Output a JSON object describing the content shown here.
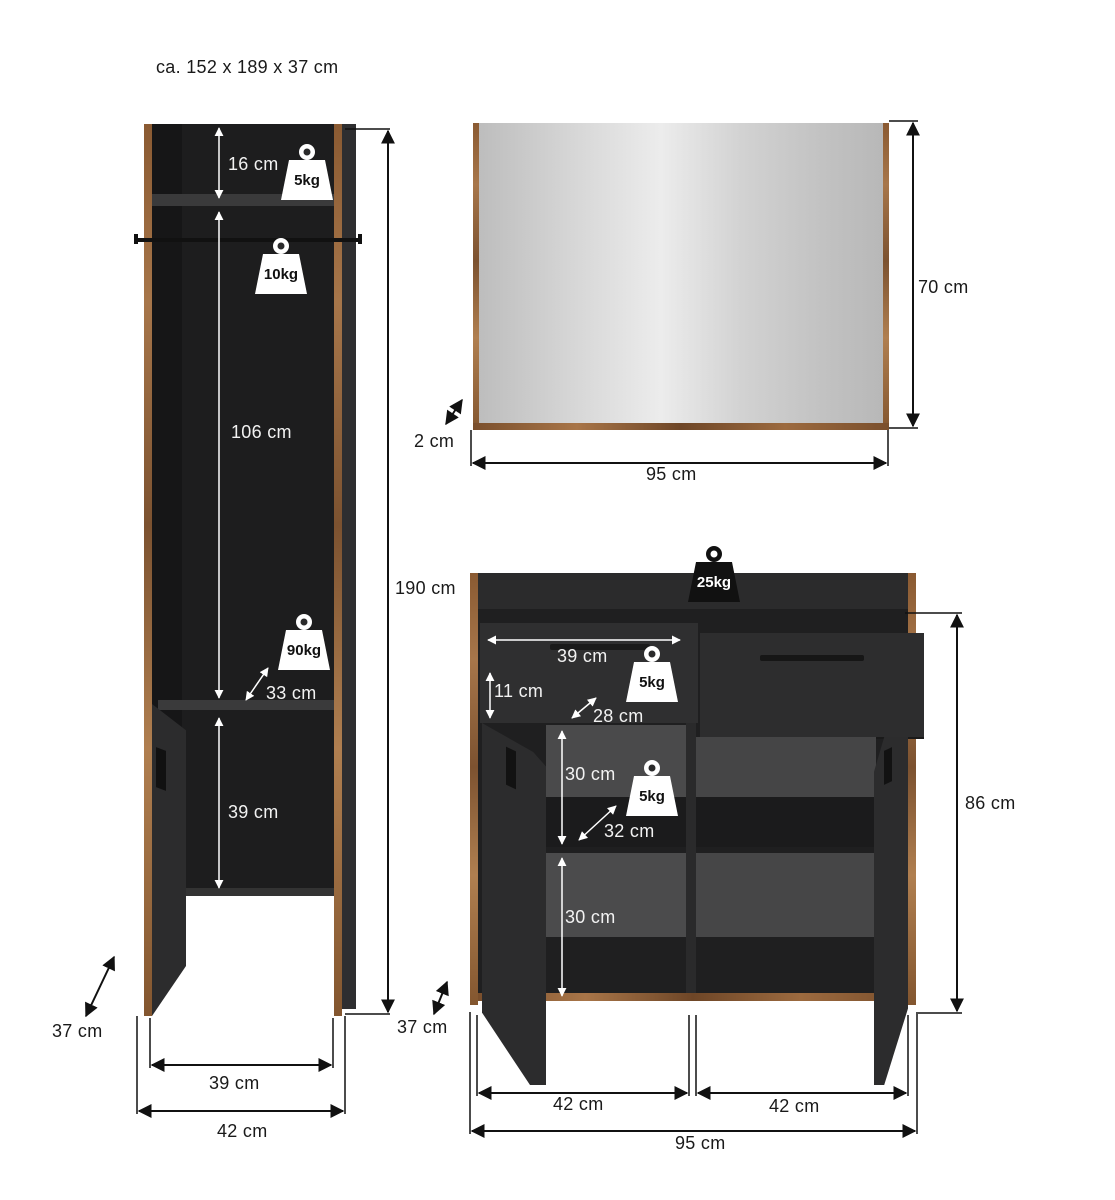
{
  "header": {
    "overall_dimensions": "ca. 152 x 189 x 37 cm"
  },
  "wardrobe": {
    "height": "190 cm",
    "depth": "37 cm",
    "inner_width": "39 cm",
    "outer_width": "42 cm",
    "top_compartment": "16 cm",
    "hanging_compartment": "106 cm",
    "shelf_depth": "33 cm",
    "bottom_compartment": "39 cm",
    "weights": {
      "top_shelf": "5kg",
      "rail": "10kg",
      "middle_shelf": "90kg"
    }
  },
  "mirror": {
    "height": "70 cm",
    "width": "95 cm",
    "depth": "2 cm"
  },
  "sideboard": {
    "height": "86 cm",
    "depth": "37 cm",
    "total_width": "95 cm",
    "left_door_width": "42 cm",
    "right_door_width": "42 cm",
    "drawer_width": "39 cm",
    "drawer_height": "11 cm",
    "drawer_depth": "28 cm",
    "upper_shelf_height": "30 cm",
    "shelf_depth": "32 cm",
    "lower_shelf_height": "30 cm",
    "weights": {
      "top": "25kg",
      "drawer": "5kg",
      "shelf": "5kg"
    }
  },
  "colors": {
    "body_dark": "#2a2a2b",
    "wood": "#9c6a3f",
    "mirror": "#d8d8d8",
    "dimension_line": "#111111"
  }
}
